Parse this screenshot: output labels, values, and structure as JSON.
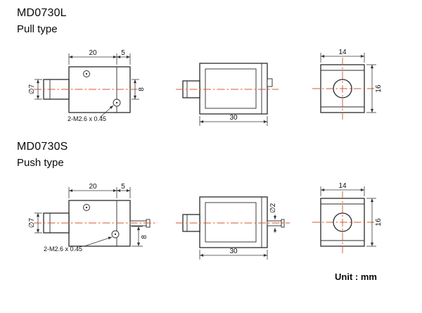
{
  "page": {
    "unit_label": "Unit : mm"
  },
  "colors": {
    "line": "#2a2a2a",
    "centerline": "#d9582b"
  },
  "pull": {
    "model": "MD0730L",
    "type_label": "Pull type",
    "dims": {
      "body_len": "20",
      "flange": "5",
      "plunger_dia": "∅7",
      "height8": "8",
      "thread_callout": "2-M2.6 x 0.45",
      "front_width": "30",
      "end_width": "14",
      "end_height": "16"
    }
  },
  "push": {
    "model": "MD0730S",
    "type_label": "Push type",
    "dims": {
      "body_len": "20",
      "flange": "5",
      "plunger_dia": "∅7",
      "height8": "8",
      "thread_callout": "2-M2.6 x 0.45",
      "front_width": "30",
      "rod_dia": "∅2",
      "end_width": "14",
      "end_height": "16"
    }
  }
}
